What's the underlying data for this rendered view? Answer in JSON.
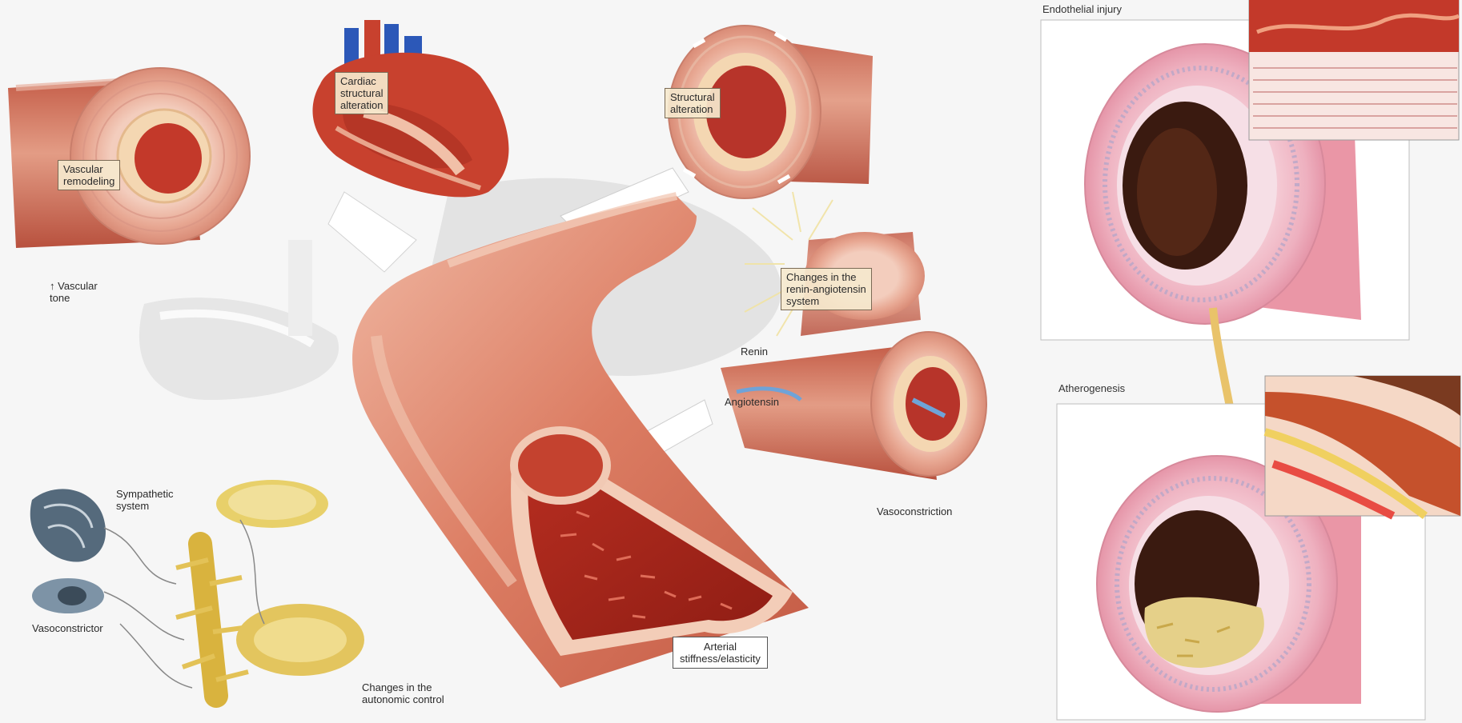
{
  "labels": {
    "vascular_tone": "↑ Vascular\ntone",
    "vascular_remodeling": "Vascular\nremodeling",
    "cardiac_structure": "Cardiac\nstructural\nalteration",
    "structural_alteration": "Structural\nalteration",
    "changes_raas": "Changes in the\nrenin-angiotensin\nsystem",
    "renin": "Renin",
    "angiotensin": "Angiotensin",
    "vasoconstriction": "Vasoconstriction",
    "sympathetic_system": "Sympathetic\nsystem",
    "vasoconstrictor": "Vasoconstrictor",
    "autonomic_changes": "Changes in the\nautonomic control",
    "arterial_stiffness": "Arterial\nstiffness/elasticity",
    "endothelial_injury_title": "Endothelial injury",
    "atherogenesis_title": "Atherogenesis"
  },
  "colors": {
    "vessel_outer": "#e9a58c",
    "vessel_mid": "#d9735a",
    "vessel_wall_inner": "#f3c9b8",
    "lumen_blood": "#a8261c",
    "intima_pink": "#efb7c3",
    "adventitia": "#f4d2d9",
    "plaque": "#e5d089",
    "nerve_yellow": "#e8d06a",
    "dark_lumen": "#3a1a10",
    "heart_red": "#c8412e",
    "aorta_blue": "#2c58b8"
  }
}
